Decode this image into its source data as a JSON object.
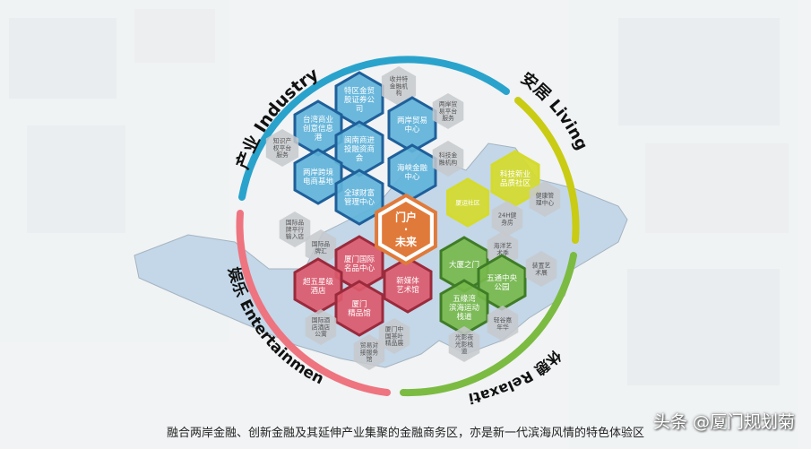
{
  "ring": {
    "industry": {
      "label": "产业 Industry",
      "color": "#2aa3cc"
    },
    "living": {
      "label": "安居 Living",
      "color": "#c9cc12"
    },
    "relaxation": {
      "label": "休憩 Relaxation",
      "color": "#7cbb42"
    },
    "entertainment": {
      "label": "娱乐 Entertainment",
      "color": "#ee7480"
    }
  },
  "center": {
    "label": "门户\n·\n未来",
    "color": "#e07a3a"
  },
  "hexes": [
    {
      "id": "h-tequjinrong",
      "label": "特区金贸\n股证券公\n司",
      "style": "blue"
    },
    {
      "id": "h-shouyitezhi",
      "label": "收并特\n金融机\n构",
      "style": "grey"
    },
    {
      "id": "h-taiwan",
      "label": "台湾商业\n创意信息\n港",
      "style": "blue"
    },
    {
      "id": "h-minnan",
      "label": "闽南商进\n投融资商\n会",
      "style": "blue"
    },
    {
      "id": "h-liangan-maoyi",
      "label": "两岸贸易\n中心",
      "style": "blue"
    },
    {
      "id": "h-liangan-maoyi-pt",
      "label": "两岸贸\n易平台\n服务",
      "style": "grey"
    },
    {
      "id": "h-zhishi",
      "label": "知识产\n权平台\n服务",
      "style": "grey"
    },
    {
      "id": "h-liangan-dianshang",
      "label": "两岸跨境\n电商基地",
      "style": "blue"
    },
    {
      "id": "h-haixia",
      "label": "海峡金融\n中心",
      "style": "blue"
    },
    {
      "id": "h-keji-jinrong",
      "label": "科技金\n融机构",
      "style": "grey"
    },
    {
      "id": "h-quanqiu",
      "label": "全球财富\n管理中心",
      "style": "blue"
    },
    {
      "id": "h-guoji-pingxing",
      "label": "国际品\n牌平行\n输入店",
      "style": "grey"
    },
    {
      "id": "h-keji-xinzhu",
      "label": "科技新业\n品质社区",
      "style": "yellow"
    },
    {
      "id": "h-jiankang",
      "label": "健康管\n理中心",
      "style": "grey"
    },
    {
      "id": "h-xiayun",
      "label": "厦运社区",
      "style": "yellow"
    },
    {
      "id": "h-24h",
      "label": "24H健\n身房",
      "style": "grey"
    },
    {
      "id": "h-guojipin",
      "label": "国际品\n牌汇",
      "style": "grey"
    },
    {
      "id": "h-xiamen-guoji",
      "label": "厦门国际\n名品中心",
      "style": "red"
    },
    {
      "id": "h-dasha",
      "label": "大厦之门",
      "style": "green"
    },
    {
      "id": "h-haiyang",
      "label": "海洋艺\n术季",
      "style": "grey"
    },
    {
      "id": "h-chaowuxing",
      "label": "超五星级\n酒店",
      "style": "red"
    },
    {
      "id": "h-xinmeiti",
      "label": "新媒体\n艺术馆",
      "style": "red"
    },
    {
      "id": "h-wutong",
      "label": "五通中央\n公园",
      "style": "green"
    },
    {
      "id": "h-zhuangzhi",
      "label": "装置艺\n术展",
      "style": "grey"
    },
    {
      "id": "h-xiamen-jingpin",
      "label": "厦门\n精品馆",
      "style": "red"
    },
    {
      "id": "h-wuyuan",
      "label": "五缘湾\n滨海运动\n栈道",
      "style": "green"
    },
    {
      "id": "h-guoji-yuan",
      "label": "国际酒\n店酒店\n公寓",
      "style": "grey"
    },
    {
      "id": "h-xiamen-zhongguo",
      "label": "厦门中\n国茶叶\n精品展",
      "style": "grey"
    },
    {
      "id": "h-qinggu",
      "label": "轻谷嘉\n年华",
      "style": "grey"
    },
    {
      "id": "h-guangying",
      "label": "光影夜\n光影栈\n道",
      "style": "grey"
    },
    {
      "id": "h-maoyi-jie",
      "label": "贸易对\n接服务\n馆",
      "style": "grey"
    }
  ],
  "styles": {
    "blue": {
      "fill": "#5fb3d9",
      "stroke": "#1f5f9a",
      "text": "#ffffff"
    },
    "red": {
      "fill": "#dc5a6d",
      "stroke": "#9a2a3c",
      "text": "#ffffff"
    },
    "green": {
      "fill": "#77b94c",
      "stroke": "#3f7c26",
      "text": "#ffffff"
    },
    "yellow": {
      "fill": "#d5db2d",
      "stroke": "#d5db2d",
      "text": "#ffffff"
    },
    "grey": {
      "fill": "#c7c9cc",
      "stroke": "#c7c9cc",
      "text": "#555555"
    }
  },
  "caption": "融合两岸金融、创新金融及其延伸产业集聚的金融商务区，亦是新一代滨海风情的特色体验区",
  "watermark": "头条 @厦门规划菊"
}
